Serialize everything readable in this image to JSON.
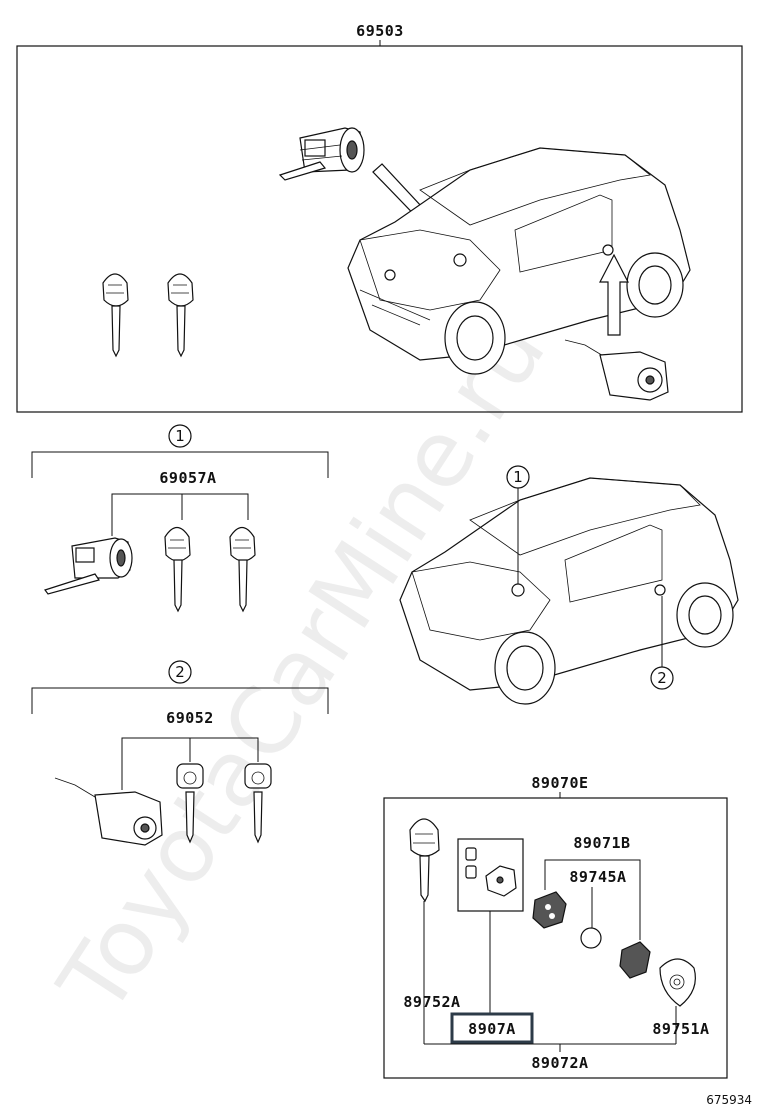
{
  "watermark": "ToyotaCarMine.ru",
  "diagram_id": "675934",
  "parts": {
    "lock_set": "69503",
    "cylinder_set_door": "69057A",
    "cylinder_set_trunk": "69052",
    "transmitter_assy": "89070E",
    "housing_case": "89071B",
    "battery": "89745A",
    "key_plate": "89752A",
    "electric_key_board": "8907A",
    "key_cover": "89751A",
    "transmitter_sub": "89072A"
  },
  "callouts": {
    "one": "1",
    "two": "2"
  }
}
